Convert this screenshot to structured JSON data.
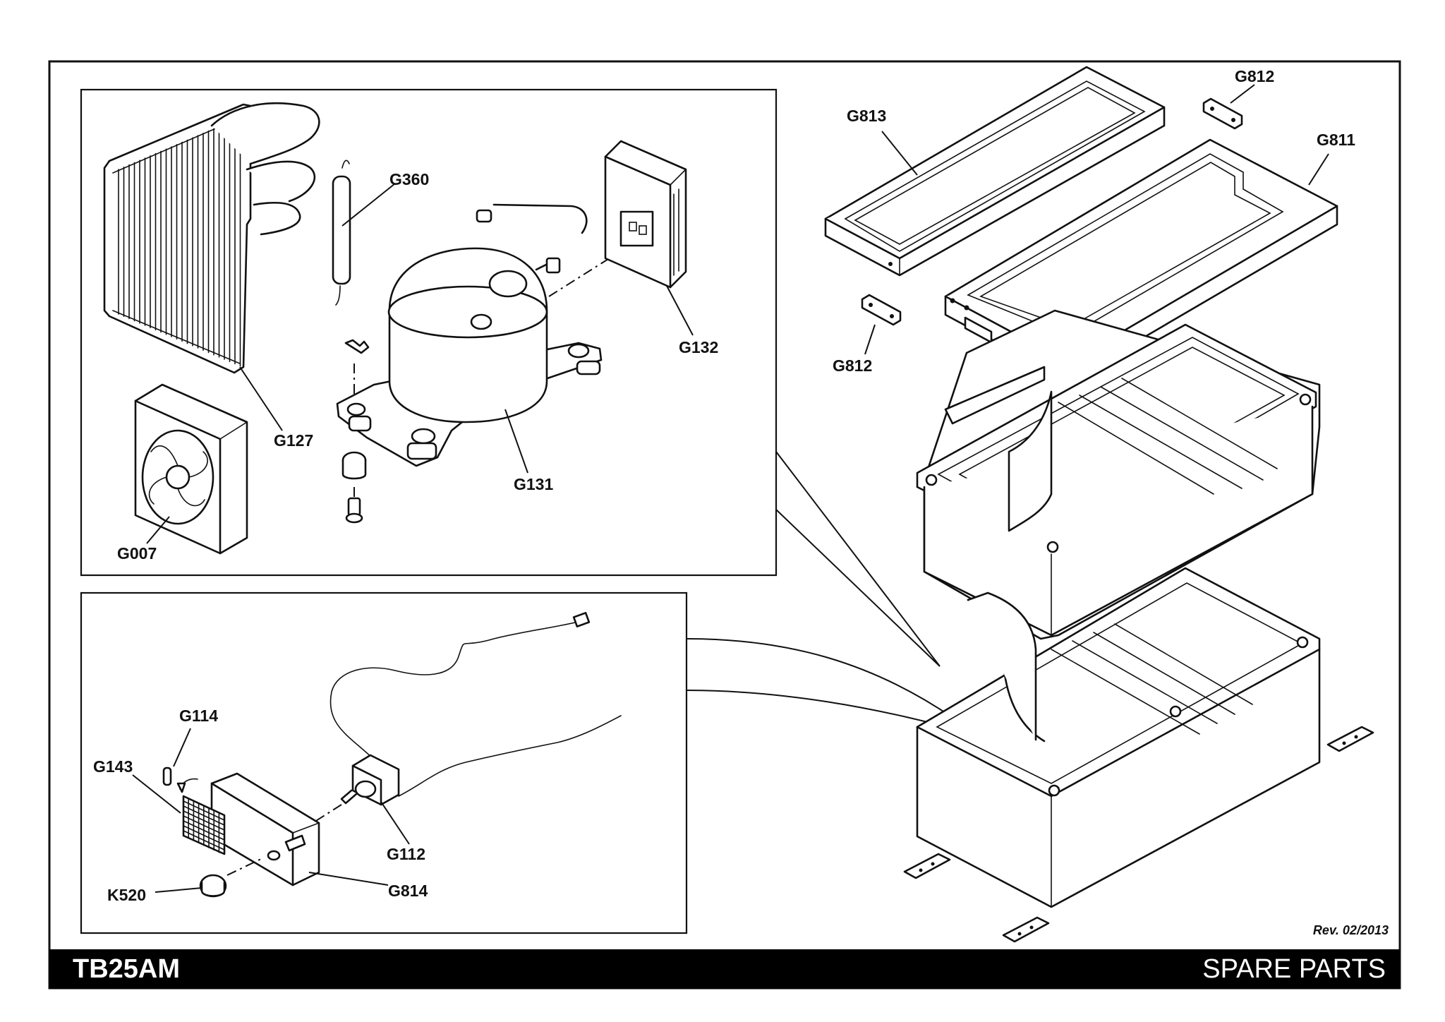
{
  "footer": {
    "model": "TB25AM",
    "title": "SPARE PARTS",
    "revision": "Rev. 02/2013"
  },
  "parts": {
    "condenser": "G127",
    "fan": "G007",
    "dryer_filter": "G360",
    "compressor": "G131",
    "compressor_relay": "G132",
    "lid_frame": "G813",
    "lid_hinge_top": "G812",
    "lid_hinge_bottom": "G812",
    "inner_lid": "G811",
    "thermostat": "G112",
    "thermostat_housing": "G814",
    "knob": "K520",
    "led": "G114",
    "grille": "G143"
  }
}
